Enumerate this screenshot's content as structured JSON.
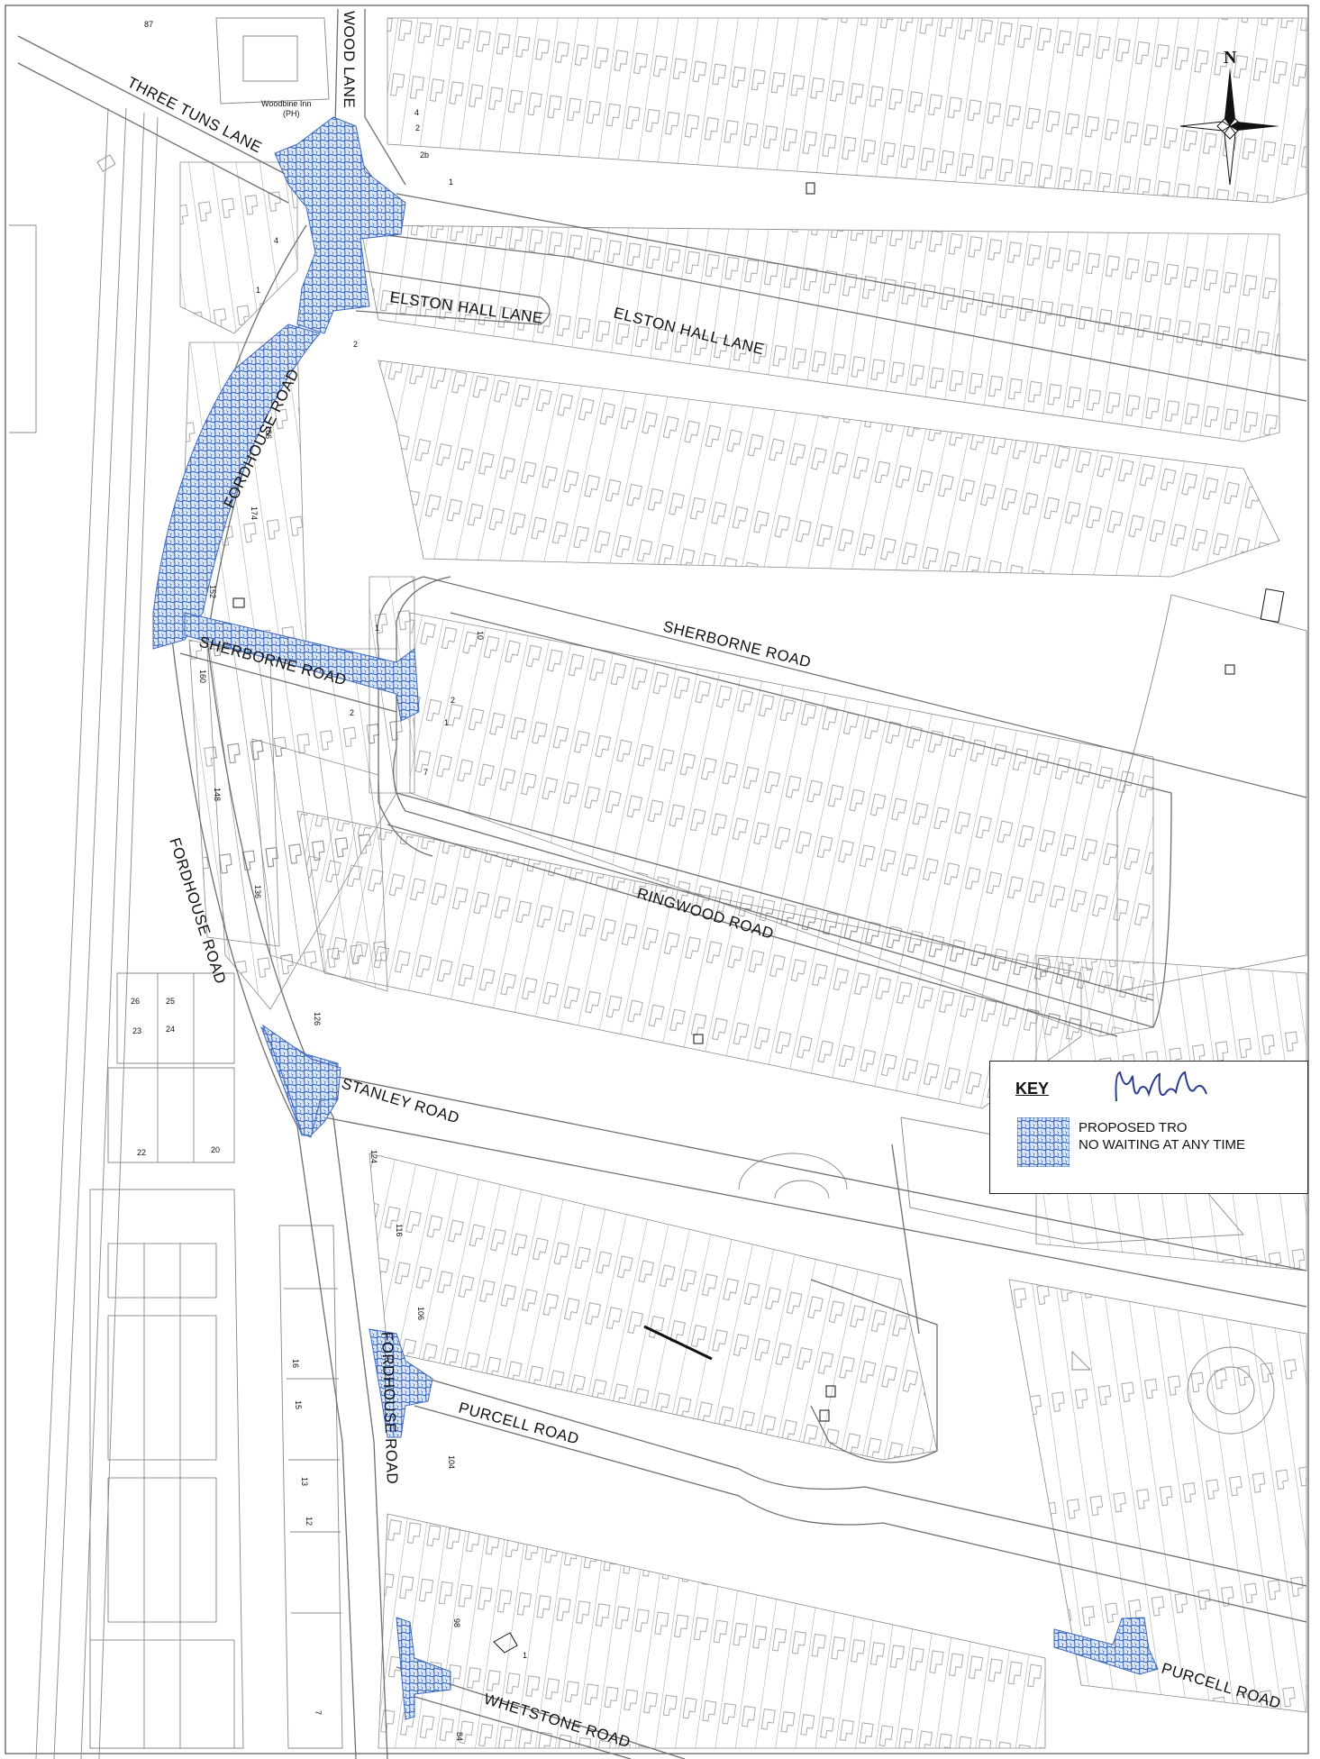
{
  "roads": {
    "three_tuns_lane": "THREE TUNS LANE",
    "wood_lane": "WOOD LANE",
    "elston_hall_lane_short": "ELSTON HALL LANE",
    "elston_hall_lane_long": "ELSTON HALL LANE",
    "fordhouse_road_north": "FORDHOUSE ROAD",
    "fordhouse_road_middle": "FORDHOUSE ROAD",
    "fordhouse_road_south": "FORDHOUSE ROAD",
    "sherborne_road_east": "SHERBORNE ROAD",
    "sherborne_road_west": "SHERBORNE ROAD",
    "ringwood_road": "RINGWOOD ROAD",
    "stanley_road": "STANLEY ROAD",
    "purcell_road_west": "PURCELL ROAD",
    "purcell_road_east": "PURCELL ROAD",
    "whetstone_road": "WHETSTONE ROAD"
  },
  "places": {
    "pub_name": "Woodbine Inn",
    "pub_suffix": "(PH)"
  },
  "north_arrow": {
    "label": "N",
    "icon": "north-arrow-icon"
  },
  "house_numbers": {
    "n87": "87",
    "n4a": "4",
    "n2a": "2",
    "n2b": "2b",
    "n1a": "1",
    "n4b": "4",
    "n1b": "1",
    "n2c": "2",
    "n166": "166",
    "n174": "174",
    "n152": "152",
    "n1c": "1",
    "n10": "10",
    "n2d": "2",
    "n1d": "1",
    "n7a": "7",
    "n160": "160",
    "n2e": "2",
    "n148": "148",
    "n136": "136",
    "n126": "126",
    "n26": "26",
    "n25": "25",
    "n23": "23",
    "n24": "24",
    "n22": "22",
    "n20": "20",
    "n124": "124",
    "n116": "116",
    "n106": "106",
    "n16": "16",
    "n15": "15",
    "n13": "13",
    "n12": "12",
    "n104": "104",
    "n98": "98",
    "n1e": "1",
    "n7b": "7",
    "n84": "84"
  },
  "key": {
    "title": "KEY",
    "line1": "PROPOSED TRO",
    "line2": "NO WAITING AT ANY TIME",
    "swatch_icon": "hatched-swatch-icon"
  },
  "colors": {
    "tro_fill": "#4a78c8",
    "line": "#7a7a7a",
    "ink": "#111111"
  }
}
